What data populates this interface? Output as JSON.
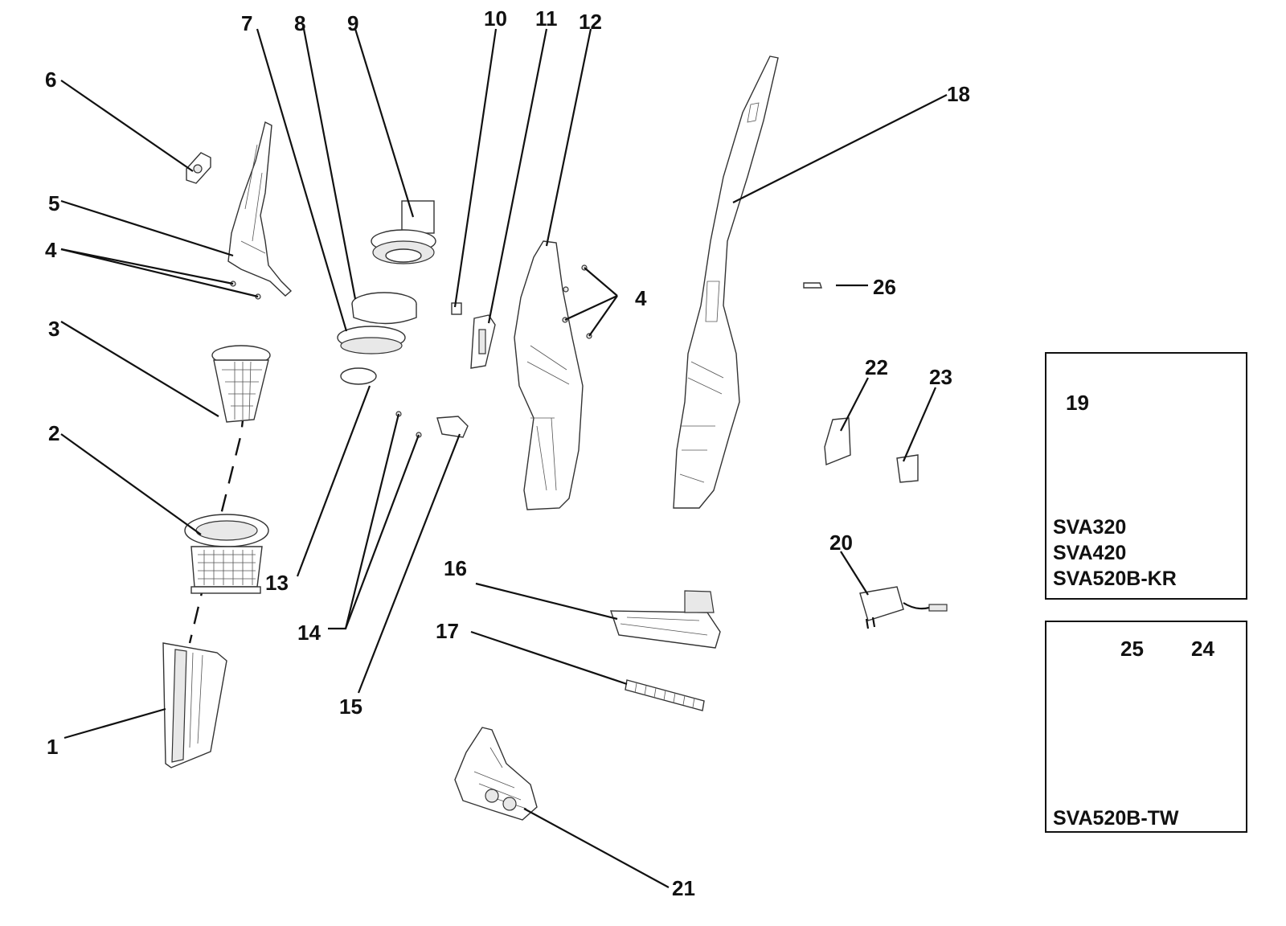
{
  "callouts": {
    "c1": "1",
    "c2": "2",
    "c3": "3",
    "c4a": "4",
    "c4b": "4",
    "c5": "5",
    "c6": "6",
    "c7": "7",
    "c8": "8",
    "c9": "9",
    "c10": "10",
    "c11": "11",
    "c12": "12",
    "c13": "13",
    "c14": "14",
    "c15": "15",
    "c16": "16",
    "c17": "17",
    "c18": "18",
    "c19": "19",
    "c20": "20",
    "c21": "21",
    "c22": "22",
    "c23": "23",
    "c24": "24",
    "c25": "25",
    "c26": "26"
  },
  "box_a": {
    "models": [
      "SVA320",
      "SVA420",
      "SVA520B-KR"
    ]
  },
  "box_b": {
    "models": [
      "SVA520B-TW"
    ]
  }
}
